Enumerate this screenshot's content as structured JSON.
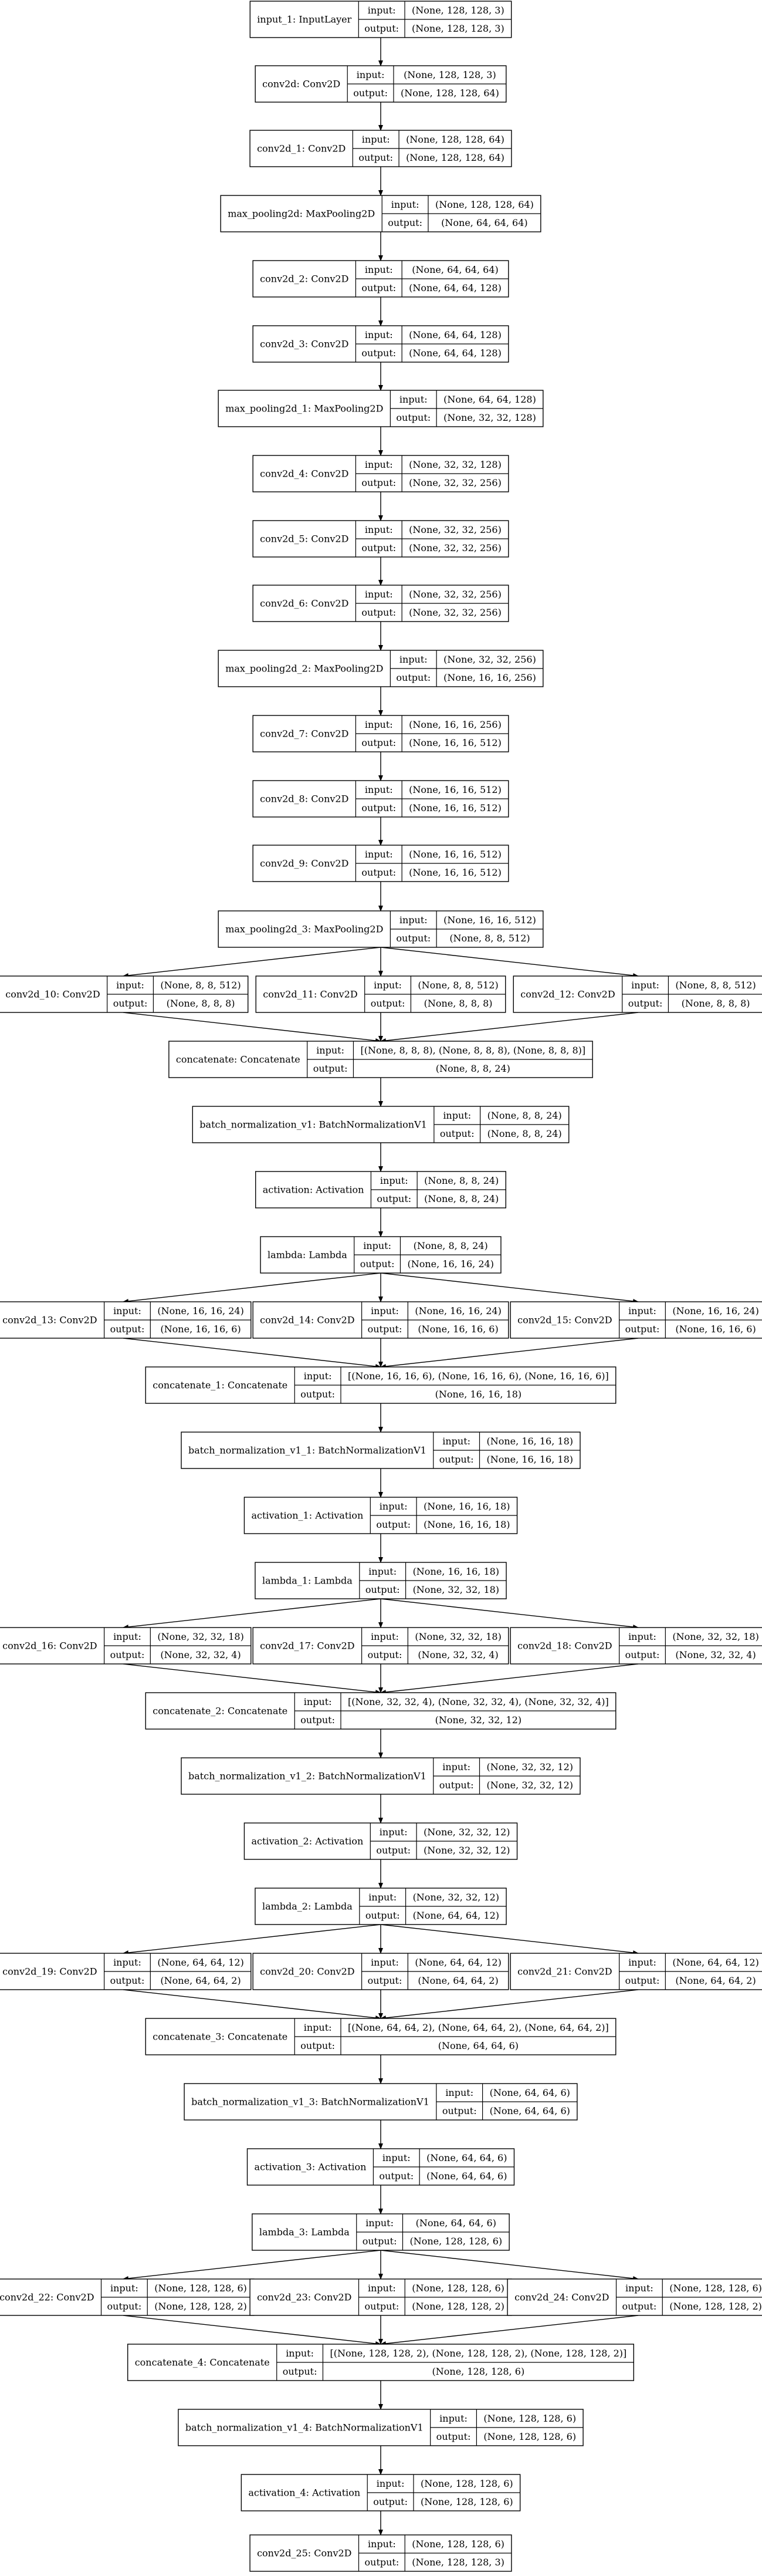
{
  "labels": {
    "input": "input:",
    "output": "output:"
  },
  "nodes": [
    {
      "id": "n0",
      "name": "input_1: InputLayer",
      "input": "(None, 128, 128, 3)",
      "output": "(None, 128, 128, 3)"
    },
    {
      "id": "n1",
      "name": "conv2d: Conv2D",
      "input": "(None, 128, 128, 3)",
      "output": "(None, 128, 128, 64)"
    },
    {
      "id": "n2",
      "name": "conv2d_1: Conv2D",
      "input": "(None, 128, 128, 64)",
      "output": "(None, 128, 128, 64)"
    },
    {
      "id": "n3",
      "name": "max_pooling2d: MaxPooling2D",
      "input": "(None, 128, 128, 64)",
      "output": "(None, 64, 64, 64)"
    },
    {
      "id": "n4",
      "name": "conv2d_2: Conv2D",
      "input": "(None, 64, 64, 64)",
      "output": "(None, 64, 64, 128)"
    },
    {
      "id": "n5",
      "name": "conv2d_3: Conv2D",
      "input": "(None, 64, 64, 128)",
      "output": "(None, 64, 64, 128)"
    },
    {
      "id": "n6",
      "name": "max_pooling2d_1: MaxPooling2D",
      "input": "(None, 64, 64, 128)",
      "output": "(None, 32, 32, 128)"
    },
    {
      "id": "n7",
      "name": "conv2d_4: Conv2D",
      "input": "(None, 32, 32, 128)",
      "output": "(None, 32, 32, 256)"
    },
    {
      "id": "n8",
      "name": "conv2d_5: Conv2D",
      "input": "(None, 32, 32, 256)",
      "output": "(None, 32, 32, 256)"
    },
    {
      "id": "n9",
      "name": "conv2d_6: Conv2D",
      "input": "(None, 32, 32, 256)",
      "output": "(None, 32, 32, 256)"
    },
    {
      "id": "n10",
      "name": "max_pooling2d_2: MaxPooling2D",
      "input": "(None, 32, 32, 256)",
      "output": "(None, 16, 16, 256)"
    },
    {
      "id": "n11",
      "name": "conv2d_7: Conv2D",
      "input": "(None, 16, 16, 256)",
      "output": "(None, 16, 16, 512)"
    },
    {
      "id": "n12",
      "name": "conv2d_8: Conv2D",
      "input": "(None, 16, 16, 512)",
      "output": "(None, 16, 16, 512)"
    },
    {
      "id": "n13",
      "name": "conv2d_9: Conv2D",
      "input": "(None, 16, 16, 512)",
      "output": "(None, 16, 16, 512)"
    },
    {
      "id": "n14",
      "name": "max_pooling2d_3: MaxPooling2D",
      "input": "(None, 16, 16, 512)",
      "output": "(None, 8, 8, 512)"
    },
    {
      "id": "n15",
      "name": "conv2d_10: Conv2D",
      "input": "(None, 8, 8, 512)",
      "output": "(None, 8, 8, 8)"
    },
    {
      "id": "n16",
      "name": "conv2d_11: Conv2D",
      "input": "(None, 8, 8, 512)",
      "output": "(None, 8, 8, 8)"
    },
    {
      "id": "n17",
      "name": "conv2d_12: Conv2D",
      "input": "(None, 8, 8, 512)",
      "output": "(None, 8, 8, 8)"
    },
    {
      "id": "n18",
      "name": "concatenate: Concatenate",
      "input": "[(None, 8, 8, 8), (None, 8, 8, 8), (None, 8, 8, 8)]",
      "output": "(None, 8, 8, 24)"
    },
    {
      "id": "n19",
      "name": "batch_normalization_v1: BatchNormalizationV1",
      "input": "(None, 8, 8, 24)",
      "output": "(None, 8, 8, 24)"
    },
    {
      "id": "n20",
      "name": "activation: Activation",
      "input": "(None, 8, 8, 24)",
      "output": "(None, 8, 8, 24)"
    },
    {
      "id": "n21",
      "name": "lambda: Lambda",
      "input": "(None, 8, 8, 24)",
      "output": "(None, 16, 16, 24)"
    },
    {
      "id": "n22",
      "name": "conv2d_13: Conv2D",
      "input": "(None, 16, 16, 24)",
      "output": "(None, 16, 16, 6)"
    },
    {
      "id": "n23",
      "name": "conv2d_14: Conv2D",
      "input": "(None, 16, 16, 24)",
      "output": "(None, 16, 16, 6)"
    },
    {
      "id": "n24",
      "name": "conv2d_15: Conv2D",
      "input": "(None, 16, 16, 24)",
      "output": "(None, 16, 16, 6)"
    },
    {
      "id": "n25",
      "name": "concatenate_1: Concatenate",
      "input": "[(None, 16, 16, 6), (None, 16, 16, 6), (None, 16, 16, 6)]",
      "output": "(None, 16, 16, 18)"
    },
    {
      "id": "n26",
      "name": "batch_normalization_v1_1: BatchNormalizationV1",
      "input": "(None, 16, 16, 18)",
      "output": "(None, 16, 16, 18)"
    },
    {
      "id": "n27",
      "name": "activation_1: Activation",
      "input": "(None, 16, 16, 18)",
      "output": "(None, 16, 16, 18)"
    },
    {
      "id": "n28",
      "name": "lambda_1: Lambda",
      "input": "(None, 16, 16, 18)",
      "output": "(None, 32, 32, 18)"
    },
    {
      "id": "n29",
      "name": "conv2d_16: Conv2D",
      "input": "(None, 32, 32, 18)",
      "output": "(None, 32, 32, 4)"
    },
    {
      "id": "n30",
      "name": "conv2d_17: Conv2D",
      "input": "(None, 32, 32, 18)",
      "output": "(None, 32, 32, 4)"
    },
    {
      "id": "n31",
      "name": "conv2d_18: Conv2D",
      "input": "(None, 32, 32, 18)",
      "output": "(None, 32, 32, 4)"
    },
    {
      "id": "n32",
      "name": "concatenate_2: Concatenate",
      "input": "[(None, 32, 32, 4), (None, 32, 32, 4), (None, 32, 32, 4)]",
      "output": "(None, 32, 32, 12)"
    },
    {
      "id": "n33",
      "name": "batch_normalization_v1_2: BatchNormalizationV1",
      "input": "(None, 32, 32, 12)",
      "output": "(None, 32, 32, 12)"
    },
    {
      "id": "n34",
      "name": "activation_2: Activation",
      "input": "(None, 32, 32, 12)",
      "output": "(None, 32, 32, 12)"
    },
    {
      "id": "n35",
      "name": "lambda_2: Lambda",
      "input": "(None, 32, 32, 12)",
      "output": "(None, 64, 64, 12)"
    },
    {
      "id": "n36",
      "name": "conv2d_19: Conv2D",
      "input": "(None, 64, 64, 12)",
      "output": "(None, 64, 64, 2)"
    },
    {
      "id": "n37",
      "name": "conv2d_20: Conv2D",
      "input": "(None, 64, 64, 12)",
      "output": "(None, 64, 64, 2)"
    },
    {
      "id": "n38",
      "name": "conv2d_21: Conv2D",
      "input": "(None, 64, 64, 12)",
      "output": "(None, 64, 64, 2)"
    },
    {
      "id": "n39",
      "name": "concatenate_3: Concatenate",
      "input": "[(None, 64, 64, 2), (None, 64, 64, 2), (None, 64, 64, 2)]",
      "output": "(None, 64, 64, 6)"
    },
    {
      "id": "n40",
      "name": "batch_normalization_v1_3: BatchNormalizationV1",
      "input": "(None, 64, 64, 6)",
      "output": "(None, 64, 64, 6)"
    },
    {
      "id": "n41",
      "name": "activation_3: Activation",
      "input": "(None, 64, 64, 6)",
      "output": "(None, 64, 64, 6)"
    },
    {
      "id": "n42",
      "name": "lambda_3: Lambda",
      "input": "(None, 64, 64, 6)",
      "output": "(None, 128, 128, 6)"
    },
    {
      "id": "n43",
      "name": "conv2d_22: Conv2D",
      "input": "(None, 128, 128, 6)",
      "output": "(None, 128, 128, 2)"
    },
    {
      "id": "n44",
      "name": "conv2d_23: Conv2D",
      "input": "(None, 128, 128, 6)",
      "output": "(None, 128, 128, 2)"
    },
    {
      "id": "n45",
      "name": "conv2d_24: Conv2D",
      "input": "(None, 128, 128, 6)",
      "output": "(None, 128, 128, 2)"
    },
    {
      "id": "n46",
      "name": "concatenate_4: Concatenate",
      "input": "[(None, 128, 128, 2), (None, 128, 128, 2), (None, 128, 128, 2)]",
      "output": "(None, 128, 128, 6)"
    },
    {
      "id": "n47",
      "name": "batch_normalization_v1_4: BatchNormalizationV1",
      "input": "(None, 128, 128, 6)",
      "output": "(None, 128, 128, 6)"
    },
    {
      "id": "n48",
      "name": "activation_4: Activation",
      "input": "(None, 128, 128, 6)",
      "output": "(None, 128, 128, 6)"
    },
    {
      "id": "n49",
      "name": "conv2d_25: Conv2D",
      "input": "(None, 128, 128, 6)",
      "output": "(None, 128, 128, 3)"
    }
  ],
  "edges": [
    [
      "n0",
      "n1"
    ],
    [
      "n1",
      "n2"
    ],
    [
      "n2",
      "n3"
    ],
    [
      "n3",
      "n4"
    ],
    [
      "n4",
      "n5"
    ],
    [
      "n5",
      "n6"
    ],
    [
      "n6",
      "n7"
    ],
    [
      "n7",
      "n8"
    ],
    [
      "n8",
      "n9"
    ],
    [
      "n9",
      "n10"
    ],
    [
      "n10",
      "n11"
    ],
    [
      "n11",
      "n12"
    ],
    [
      "n12",
      "n13"
    ],
    [
      "n13",
      "n14"
    ],
    [
      "n14",
      "n15"
    ],
    [
      "n14",
      "n16"
    ],
    [
      "n14",
      "n17"
    ],
    [
      "n15",
      "n18"
    ],
    [
      "n16",
      "n18"
    ],
    [
      "n17",
      "n18"
    ],
    [
      "n18",
      "n19"
    ],
    [
      "n19",
      "n20"
    ],
    [
      "n20",
      "n21"
    ],
    [
      "n21",
      "n22"
    ],
    [
      "n21",
      "n23"
    ],
    [
      "n21",
      "n24"
    ],
    [
      "n22",
      "n25"
    ],
    [
      "n23",
      "n25"
    ],
    [
      "n24",
      "n25"
    ],
    [
      "n25",
      "n26"
    ],
    [
      "n26",
      "n27"
    ],
    [
      "n27",
      "n28"
    ],
    [
      "n28",
      "n29"
    ],
    [
      "n28",
      "n30"
    ],
    [
      "n28",
      "n31"
    ],
    [
      "n29",
      "n32"
    ],
    [
      "n30",
      "n32"
    ],
    [
      "n31",
      "n32"
    ],
    [
      "n32",
      "n33"
    ],
    [
      "n33",
      "n34"
    ],
    [
      "n34",
      "n35"
    ],
    [
      "n35",
      "n36"
    ],
    [
      "n35",
      "n37"
    ],
    [
      "n35",
      "n38"
    ],
    [
      "n36",
      "n39"
    ],
    [
      "n37",
      "n39"
    ],
    [
      "n38",
      "n39"
    ],
    [
      "n39",
      "n40"
    ],
    [
      "n40",
      "n41"
    ],
    [
      "n41",
      "n42"
    ],
    [
      "n42",
      "n43"
    ],
    [
      "n42",
      "n44"
    ],
    [
      "n42",
      "n45"
    ],
    [
      "n43",
      "n46"
    ],
    [
      "n44",
      "n46"
    ],
    [
      "n45",
      "n46"
    ],
    [
      "n46",
      "n47"
    ],
    [
      "n47",
      "n48"
    ],
    [
      "n48",
      "n49"
    ]
  ]
}
